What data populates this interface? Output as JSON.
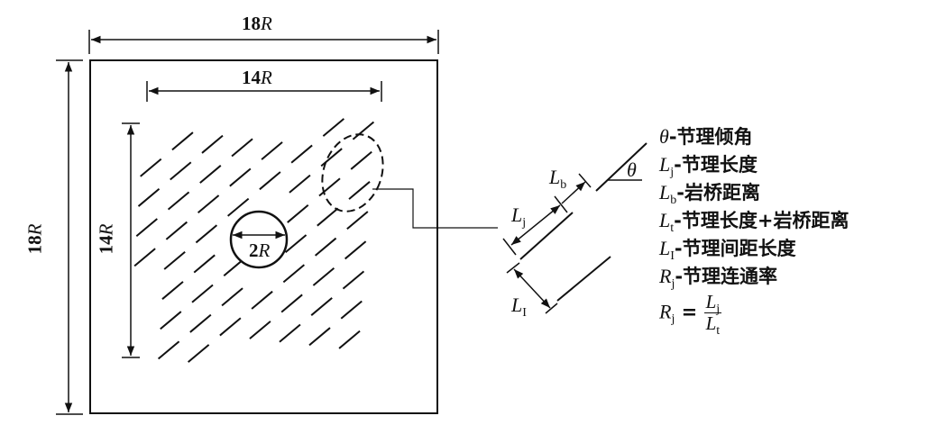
{
  "dimensions": {
    "outer_width": "18R",
    "outer_height": "18R",
    "inner_width": "14R",
    "inner_height": "14R",
    "hole_diameter": "2R"
  },
  "detail_labels": {
    "Lb": "b",
    "Lj": "j",
    "LI": "I",
    "theta": "θ"
  },
  "legend": [
    {
      "symbol": "θ",
      "sub": "",
      "text": "-节理倾角"
    },
    {
      "symbol": "L",
      "sub": "j",
      "text": "-节理长度"
    },
    {
      "symbol": "L",
      "sub": "b",
      "text": "-岩桥距离"
    },
    {
      "symbol": "L",
      "sub": "t",
      "text": "-节理长度+岩桥距离"
    },
    {
      "symbol": "L",
      "sub": "I",
      "text": "-节理间距长度"
    },
    {
      "symbol": "R",
      "sub": "j",
      "text": "-节理连通率"
    }
  ],
  "formula": {
    "lhs": "R",
    "lhs_sub": "j",
    "eq": "=",
    "num": "L",
    "num_sub": "j",
    "den": "L",
    "den_sub": "t"
  }
}
